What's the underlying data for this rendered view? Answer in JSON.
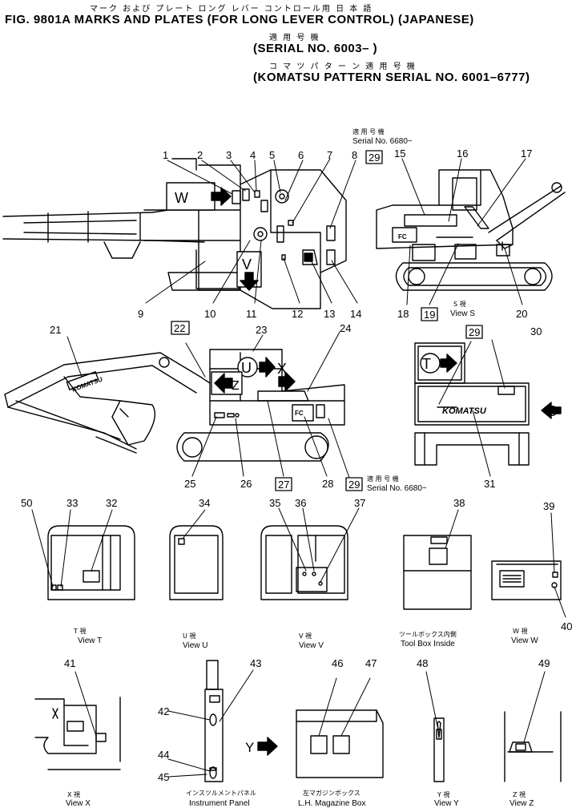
{
  "header": {
    "jp_line1": "マーク および プレート  ロング レバー コントロール用  日 本 語",
    "title": "FIG. 9801A  MARKS AND PLATES (FOR LONG LEVER CONTROL) (JAPANESE)",
    "jp_line2": "適 用 号 機",
    "serial": "(SERIAL  NO. 6003– )",
    "jp_line3": "コ マ ツ   パ タ ー ン   適 用 号 機",
    "pattern_serial": "(KOMATSU  PATTERN  SERIAL  NO. 6001–6777)"
  },
  "notes": {
    "serial_jp": "適 用 号 機",
    "serial_6680": "Serial No. 6680~"
  },
  "arrows": {
    "w": "W",
    "v": "V",
    "u": "U",
    "x": "X",
    "z": "Z",
    "t": "T",
    "s": "S",
    "y": "Y"
  },
  "brand": "KOMATSU",
  "plate_fc": "FC",
  "views": [
    {
      "jp": "T  視",
      "en": "View  T"
    },
    {
      "jp": "U  視",
      "en": "View  U"
    },
    {
      "jp": "V  視",
      "en": "View  V"
    },
    {
      "jp": "ツールボックス内側",
      "en": "Tool Box Inside"
    },
    {
      "jp": "W  視",
      "en": "View  W"
    },
    {
      "jp": "X  視",
      "en": "View  X"
    },
    {
      "jp": "インスツルメントパネル",
      "en": "Instrument Panel"
    },
    {
      "jp": "左マガジンボックス",
      "en": "L.H. Magazine Box"
    },
    {
      "jp": "Y  視",
      "en": "View  Y"
    },
    {
      "jp": "Z  視",
      "en": "View  Z"
    },
    {
      "jp": "S  視",
      "en": "View  S"
    }
  ],
  "callouts": [
    "1",
    "2",
    "3",
    "4",
    "5",
    "6",
    "7",
    "8",
    "9",
    "10",
    "11",
    "12",
    "13",
    "14",
    "15",
    "16",
    "17",
    "18",
    "19",
    "20",
    "21",
    "22",
    "23",
    "24",
    "25",
    "26",
    "27",
    "28",
    "29",
    "30",
    "31",
    "32",
    "33",
    "34",
    "35",
    "36",
    "37",
    "38",
    "39",
    "40",
    "41",
    "42",
    "43",
    "44",
    "45",
    "46",
    "47",
    "48",
    "49",
    "50"
  ]
}
